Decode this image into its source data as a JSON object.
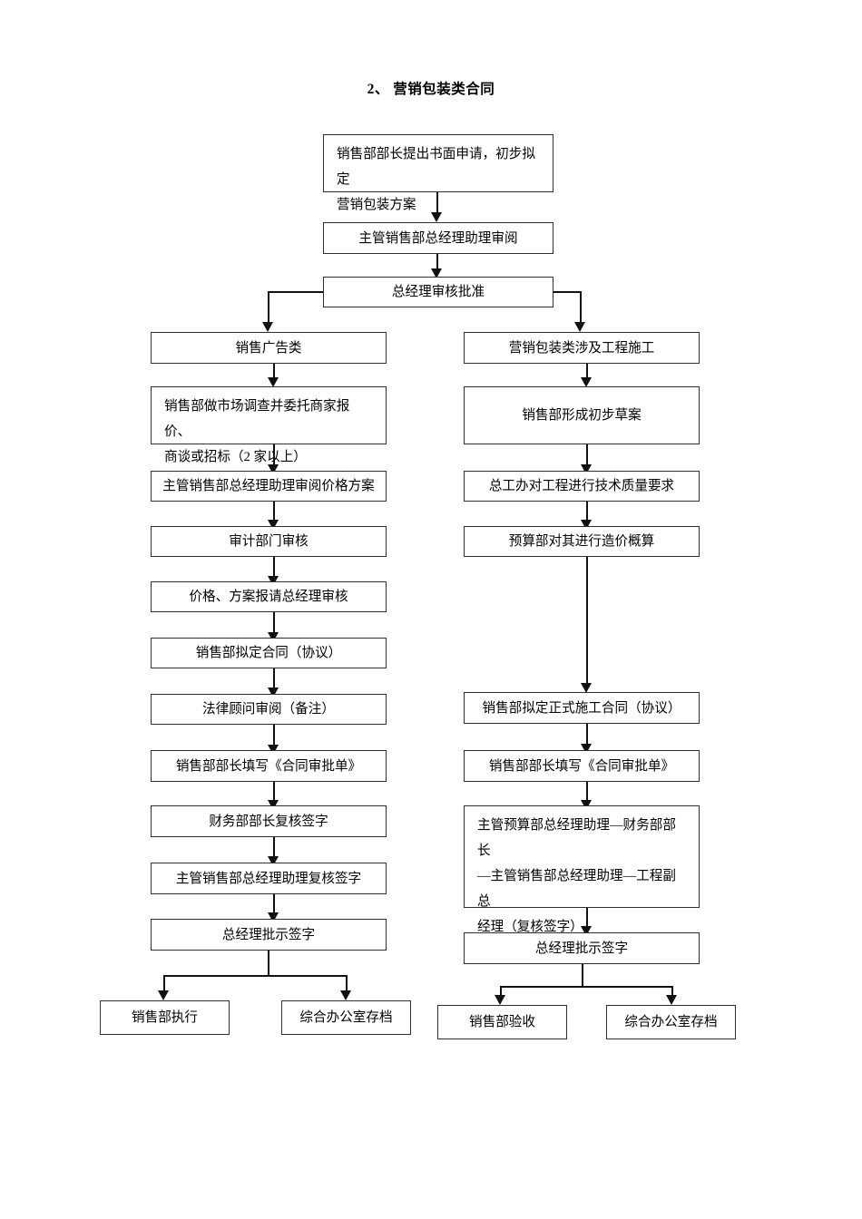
{
  "document": {
    "title": "2、 营销包装类合同"
  },
  "flowchart": {
    "type": "flowchart",
    "orientation": "top-to-bottom",
    "nodes": {
      "start": "销售部部长提出书面申请，初步拟定营销包装方案",
      "start_line1": "销售部部长提出书面申请，初步拟定",
      "start_line2": "营销包装方案",
      "review_assistant": "主管销售部总经理助理审阅",
      "gm_approval": "总经理审核批准"
    },
    "left_branch": {
      "header": "销售广告类",
      "steps": [
        {
          "line1": "销售部做市场调查并委托商家报价、",
          "line2": "商谈或招标（2 家以上）"
        },
        {
          "line1": "主管销售部总经理助理审阅价格方案"
        },
        {
          "line1": "审计部门审核"
        },
        {
          "line1": "价格、方案报请总经理审核"
        },
        {
          "line1": "销售部拟定合同（协议）"
        },
        {
          "line1": "法律顾问审阅（备注）"
        },
        {
          "line1": "销售部部长填写《合同审批单》"
        },
        {
          "line1": "财务部部长复核签字"
        },
        {
          "line1": "主管销售部总经理助理复核签字"
        },
        {
          "line1": "总经理批示签字"
        }
      ],
      "outcomes": [
        "销售部执行",
        "综合办公室存档"
      ]
    },
    "right_branch": {
      "header": "营销包装类涉及工程施工",
      "steps": [
        {
          "line1": "销售部形成初步草案"
        },
        {
          "line1": "总工办对工程进行技术质量要求"
        },
        {
          "line1": "预算部对其进行造价概算"
        },
        {
          "line1": "销售部拟定正式施工合同（协议）"
        },
        {
          "line1": "销售部部长填写《合同审批单》"
        },
        {
          "line1": "主管预算部总经理助理—财务部部长",
          "line2": "—主管销售部总经理助理—工程副总",
          "line3": "经理（复核签字）"
        },
        {
          "line1": "总经理批示签字"
        }
      ],
      "outcomes": [
        "销售部验收",
        "综合办公室存档"
      ]
    },
    "colors": {
      "border": "#2f2f2f",
      "connector": "#111111",
      "background": "#ffffff",
      "text": "#000000"
    }
  }
}
